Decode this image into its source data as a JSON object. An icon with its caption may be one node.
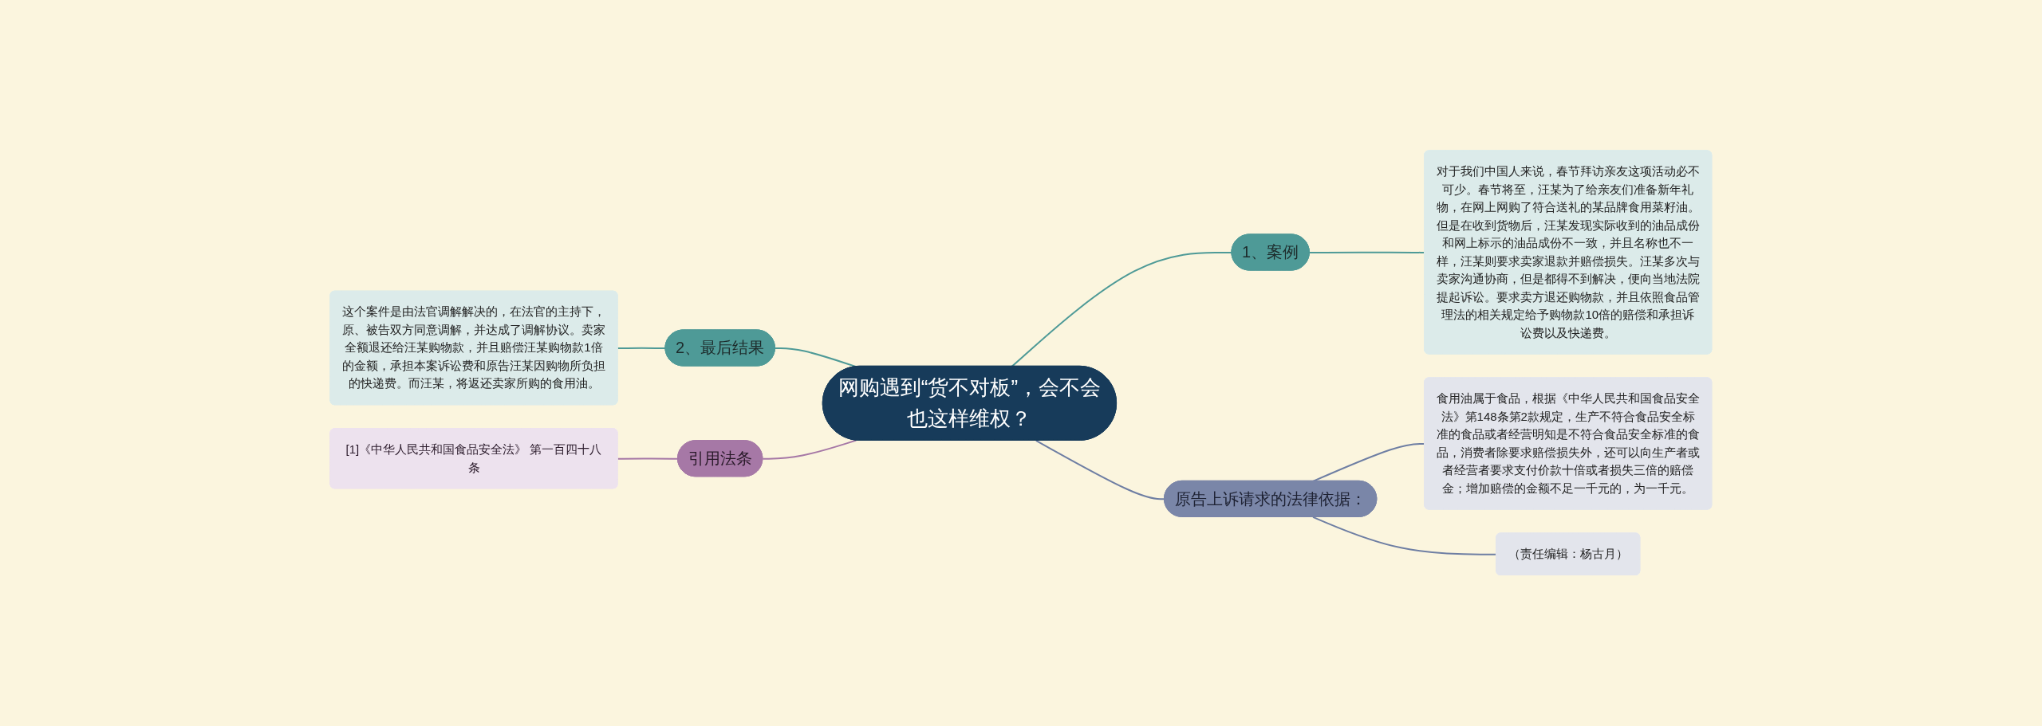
{
  "diagram": {
    "nodes": [
      {
        "text": [
          "网购遇到“货不对板”，会不会也这样维权？"
        ]
      },
      {
        "text": [
          "1、案例"
        ]
      },
      {
        "text": [
          "对于我们中国人来说，春节拜访亲友这项活动必不可少。春节将至，汪某为了给亲友们准备新年礼物，在网上网购了符合送礼的某品牌食用菜籽油。但是在收到货物后，汪某发现实际收到的油品成份和网上标示的油品成份不一致，并且名称也不一样，汪某则要求卖家退款并赔偿损失。汪某多次与卖家沟通协商，但是都得不到解决，便向当地法院提起诉讼。要求卖方退还购物款，并且依照食品管理法的相关规定给予购物款10倍的赔偿和承担诉讼费以及快递费。"
        ]
      },
      {
        "text": [
          "2、最后结果"
        ]
      },
      {
        "text": [
          "这个案件是由法官调解解决的，在法官的主持下，原、被告双方同意调解，并达成了调解协议。卖家全额退还给汪某购物款，并且赔偿汪某购物款1倍的金额，承担本案诉讼费和原告汪某因购物所负担的快递费。而汪某，将返还卖家所购的食用油。"
        ]
      },
      {
        "text": [
          "引用法条"
        ]
      },
      {
        "text": [
          "[1]《中华人民共和国食品安全法》 第一百四十八条"
        ]
      },
      {
        "text": [
          "原告上诉请求的法律依据："
        ]
      },
      {
        "text": [
          "食用油属于食品，根据《中华人民共和国食品安全法》第148条第2款规定，生产不符合食品安全标准的食品或者经营明知是不符合食品安全标准的食品，消费者除要求赔偿损失外，还可以向生产者或者经营者要求支付价款十倍或者损失三倍的赔偿金；增加赔偿的金额不足一千元的，为一千元。"
        ]
      },
      {
        "text": [
          "（责任编辑：杨古月）"
        ]
      }
    ],
    "edges": [
      {
        "from": 0,
        "to": 1,
        "arrow": "none",
        "color": "#4e9a97"
      },
      {
        "from": 1,
        "to": 2,
        "arrow": "none",
        "color": "#4e9a97"
      },
      {
        "from": 0,
        "to": 3,
        "arrow": "none",
        "color": "#4e9a97"
      },
      {
        "from": 3,
        "to": 4,
        "arrow": "none",
        "color": "#4e9a97"
      },
      {
        "from": 0,
        "to": 5,
        "arrow": "none",
        "color": "#a678a6"
      },
      {
        "from": 5,
        "to": 6,
        "arrow": "none",
        "color": "#a678a6"
      },
      {
        "from": 0,
        "to": 7,
        "arrow": "none",
        "color": "#6e7ea3"
      },
      {
        "from": 7,
        "to": 8,
        "arrow": "none",
        "color": "#6e7ea3"
      },
      {
        "from": 7,
        "to": 9,
        "arrow": "none",
        "color": "#6e7ea3"
      }
    ]
  }
}
